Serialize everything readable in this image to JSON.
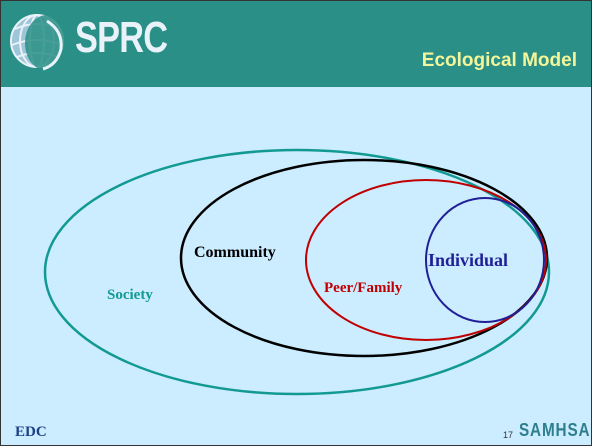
{
  "header": {
    "logo_text": "SPRC",
    "title": "Ecological Model",
    "background_color": "#2a8f86",
    "title_color": "#f2f59a"
  },
  "diagram": {
    "levels": [
      {
        "label": "Society",
        "color": "#129a92"
      },
      {
        "label": "Community",
        "color": "#000000"
      },
      {
        "label": "Peer/Family",
        "color": "#c00000"
      },
      {
        "label": "Individual",
        "color": "#1f1f96"
      }
    ]
  },
  "footer": {
    "left_logo": "EDC",
    "page_number": "17",
    "right_logo": "SAMHSA"
  },
  "slide": {
    "background_color": "#ccecff"
  }
}
